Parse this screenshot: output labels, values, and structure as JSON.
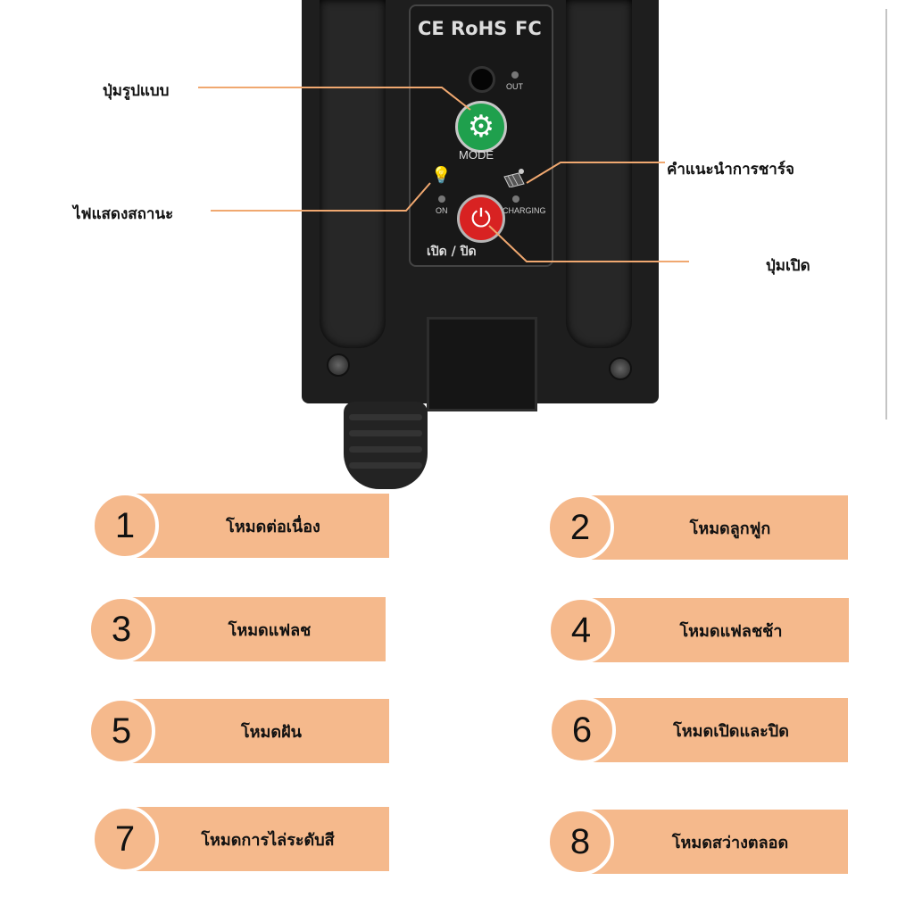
{
  "device": {
    "certifications": [
      "CE",
      "RoHS",
      "FC"
    ],
    "out_label": "OUT",
    "mode_label": "MODE",
    "on_label": "ON",
    "charging_label": "CHARGING",
    "power_label": "เปิด / ปิด",
    "icons": [
      "gear-icon",
      "power-icon",
      "bulb-icon",
      "solar-panel-icon"
    ]
  },
  "callouts": {
    "mode_button": "ปุ่มรูปแบบ",
    "status_light": "ไฟแสดงสถานะ",
    "charge_indicator": "คำแนะนำการชาร์จ",
    "power_button": "ปุ่มเปิด"
  },
  "modes": [
    {
      "number": "1",
      "label": "โหมดต่อเนื่อง"
    },
    {
      "number": "2",
      "label": "โหมดลูกฟูก"
    },
    {
      "number": "3",
      "label": "โหมดแฟลช"
    },
    {
      "number": "4",
      "label": "โหมดแฟลชช้า"
    },
    {
      "number": "5",
      "label": "โหมดฝัน"
    },
    {
      "number": "6",
      "label": "โหมดเปิดและปิด"
    },
    {
      "number": "7",
      "label": "โหมดการไล่ระดับสี"
    },
    {
      "number": "8",
      "label": "โหมดสว่างตลอด"
    }
  ],
  "colors": {
    "pill": "#f5b98c",
    "callout_line": "#f0a870",
    "mode_button": "#1fa04d",
    "power_button": "#d82222"
  }
}
